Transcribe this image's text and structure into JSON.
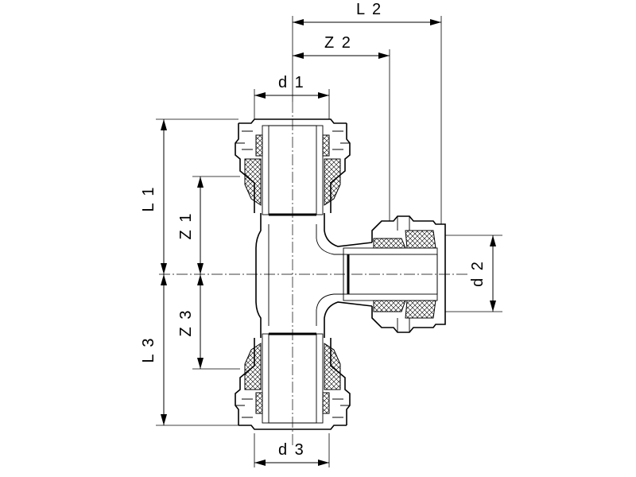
{
  "labels": {
    "L1": "L 1",
    "L2": "L 2",
    "L3": "L 3",
    "Z1": "Z 1",
    "Z2": "Z 2",
    "Z3": "Z 3",
    "d1": "d 1",
    "d2": "d 2",
    "d3": "d 3"
  }
}
